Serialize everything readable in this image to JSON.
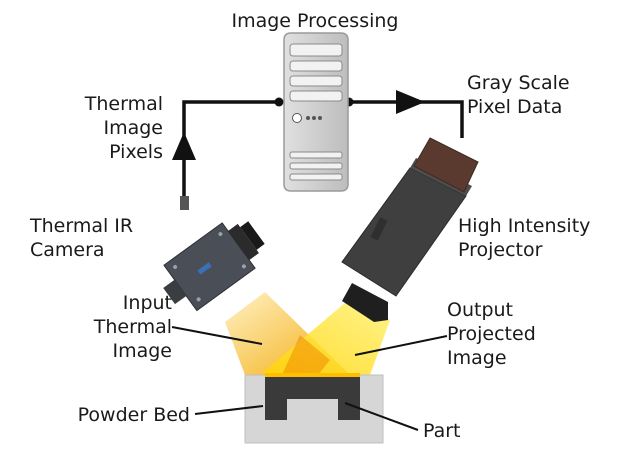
{
  "labels": {
    "image_processing": "Image Processing",
    "thermal_image_pixels": [
      "Thermal",
      "Image",
      "Pixels"
    ],
    "gray_scale_pixel_data": [
      "Gray Scale",
      "Pixel Data"
    ],
    "thermal_ir_camera": [
      "Thermal IR",
      "Camera"
    ],
    "high_intensity_projector": [
      "High Intensity",
      "Projector"
    ],
    "input_thermal_image": [
      "Input",
      "Thermal",
      "Image"
    ],
    "output_projected_image": [
      "Output",
      "Projected",
      "Image"
    ],
    "powder_bed": "Powder Bed",
    "part": "Part"
  },
  "colors": {
    "arrow": "#111111",
    "computer_body": "#c9c9c9",
    "camera_body": "#4a4a4a",
    "projector_body": "#3f3f3f",
    "projector_cap": "#5a3a2e",
    "thermal_light": "#f5b400",
    "projected_light": "#ffe000",
    "powder_bed": "#d4d4d4",
    "part": "#3a3a3a"
  }
}
